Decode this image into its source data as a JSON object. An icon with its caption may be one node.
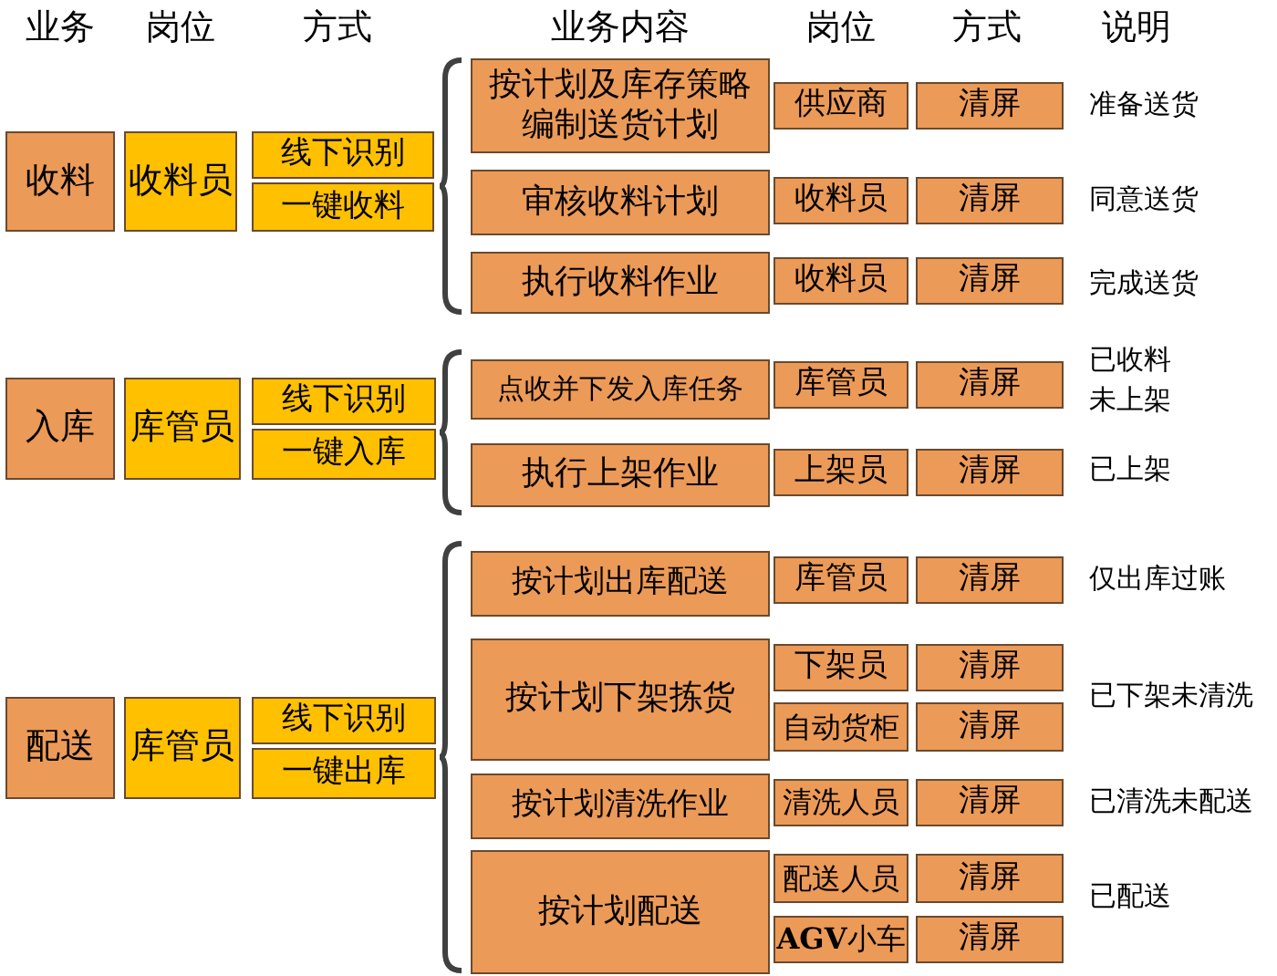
{
  "diagram": {
    "nodes": [
      {
        "text": [
          "收料"
        ]
      },
      {
        "text": [
          "收料员"
        ]
      },
      {
        "text": [
          "线下识别"
        ]
      },
      {
        "text": [
          "一键收料"
        ]
      },
      {
        "text": [
          "按计划及库存策略编制送货计划"
        ]
      },
      {
        "text": [
          "供应商"
        ]
      },
      {
        "text": [
          "清屏"
        ]
      },
      {
        "text": [
          "审核收料计划"
        ]
      },
      {
        "text": [
          "收料员"
        ]
      },
      {
        "text": [
          "清屏"
        ]
      },
      {
        "text": [
          "执行收料作业"
        ]
      },
      {
        "text": [
          "收料员"
        ]
      },
      {
        "text": [
          "清屏"
        ]
      },
      {
        "text": [
          "入库"
        ]
      },
      {
        "text": [
          "库管员"
        ]
      },
      {
        "text": [
          "线下识别"
        ]
      },
      {
        "text": [
          "一键入库"
        ]
      },
      {
        "text": [
          "点收并下发入库任务"
        ]
      },
      {
        "text": [
          "库管员"
        ]
      },
      {
        "text": [
          "清屏"
        ]
      },
      {
        "text": [
          "执行上架作业"
        ]
      },
      {
        "text": [
          "上架员"
        ]
      },
      {
        "text": [
          "清屏"
        ]
      },
      {
        "text": [
          "配送"
        ]
      },
      {
        "text": [
          "库管员"
        ]
      },
      {
        "text": [
          "线下识别"
        ]
      },
      {
        "text": [
          "一键出库"
        ]
      },
      {
        "text": [
          "按计划出库配送"
        ]
      },
      {
        "text": [
          "库管员"
        ]
      },
      {
        "text": [
          "清屏"
        ]
      },
      {
        "text": [
          "按计划下架拣货"
        ]
      },
      {
        "text": [
          "下架员"
        ]
      },
      {
        "text": [
          "清屏"
        ]
      },
      {
        "text": [
          "自动货柜"
        ]
      },
      {
        "text": [
          "清屏"
        ]
      },
      {
        "text": [
          "按计划清洗作业"
        ]
      },
      {
        "text": [
          "清洗人员"
        ]
      },
      {
        "text": [
          "清屏"
        ]
      },
      {
        "text": [
          "按计划配送"
        ]
      },
      {
        "text": [
          "配送人员"
        ]
      },
      {
        "text": [
          "清屏"
        ]
      },
      {
        "text": [
          "**AGV**小车"
        ]
      },
      {
        "text": [
          "清屏"
        ]
      }
    ],
    "labels": [
      "业务",
      "岗位",
      "方式",
      "业务内容",
      "岗位",
      "方式",
      "说明",
      "准备送货",
      "同意送货",
      "完成送货",
      "已收料未上架",
      "已上架",
      "仅出库过账",
      "已下架未清洗",
      "已清洗未配送",
      "已配送"
    ]
  }
}
